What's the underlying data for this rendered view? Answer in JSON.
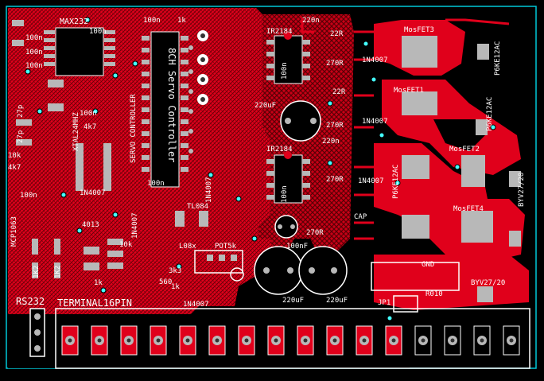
{
  "colors": {
    "copper": "#e0001b",
    "copper_dark": "#b0000f",
    "silkscreen": "#ffffff",
    "pad": "#b8b8b8",
    "board_bg": "#000000",
    "outline": "#00c8d8"
  },
  "labels": {
    "max232": "MAX232",
    "c100n_1": "100n",
    "c100n_2": "100n",
    "c100n_3": "100n",
    "c100n_4": "100n",
    "c100n_5": "100n",
    "c100n_6": "100n",
    "c100n_7": "100n",
    "c27p_1": "27p",
    "c27p_2": "27p",
    "xtal": "XTAL24MHZ",
    "r10k": "10k",
    "r4k7": "4k7",
    "r4k7b": "4k7",
    "r1k_top": "1k",
    "mcp1063": "MCP1063",
    "r1k2a": "1K2",
    "r1k2b": "1K2",
    "rs232": "RS232",
    "terminal": "TERMINAL16PIN",
    "servo_ctrl_v": "SERVO CONTROLLER",
    "servo_label": "8CH Servo Controller",
    "ir2184_1": "IR2184",
    "ir2184_2": "IR2184",
    "c220n_1": "220n",
    "c220n_2": "220n",
    "r22_1": "22R",
    "r22_2": "22R",
    "r270_1": "270R",
    "r270_2": "270R",
    "r270_3": "270R",
    "r270_4": "270R",
    "in4007_1": "1N4007",
    "in4007_2": "1N4007",
    "in4007_3": "1N4007",
    "in4007_4": "1N4007",
    "in4007_5": "1N4007",
    "in4007_6": "1N4007",
    "in4007_7": "1N4007",
    "mosfet1": "MosFET1",
    "mosfet2": "MosFET2",
    "mosfet3": "MosFET3",
    "mosfet4": "MosFET4",
    "c220uf_1": "220uF",
    "c220uf_2": "220uF",
    "c220uf_3": "220uF",
    "c100nf": "100nF",
    "tl084": "TL084",
    "lm7805": "L08x",
    "pot5k": "POT5k",
    "r010": "R010",
    "jp1": "JP1",
    "byv27_1": "BYV27/20",
    "byv27_2": "BYV27/20",
    "p6ke1": "P6KE12AC",
    "p6ke2": "P6KE12AC",
    "p6ke3": "P6KE12AC",
    "cap": "CAP",
    "gnd": "GND",
    "i4013": "4013",
    "r1k_b": "1k",
    "r3k3": "3k3",
    "r560": "560",
    "r10k_b": "10k",
    "r1k_c": "1k",
    "c100n_8": "100n",
    "c100n_9": "100n"
  },
  "terminal_pins": 16
}
